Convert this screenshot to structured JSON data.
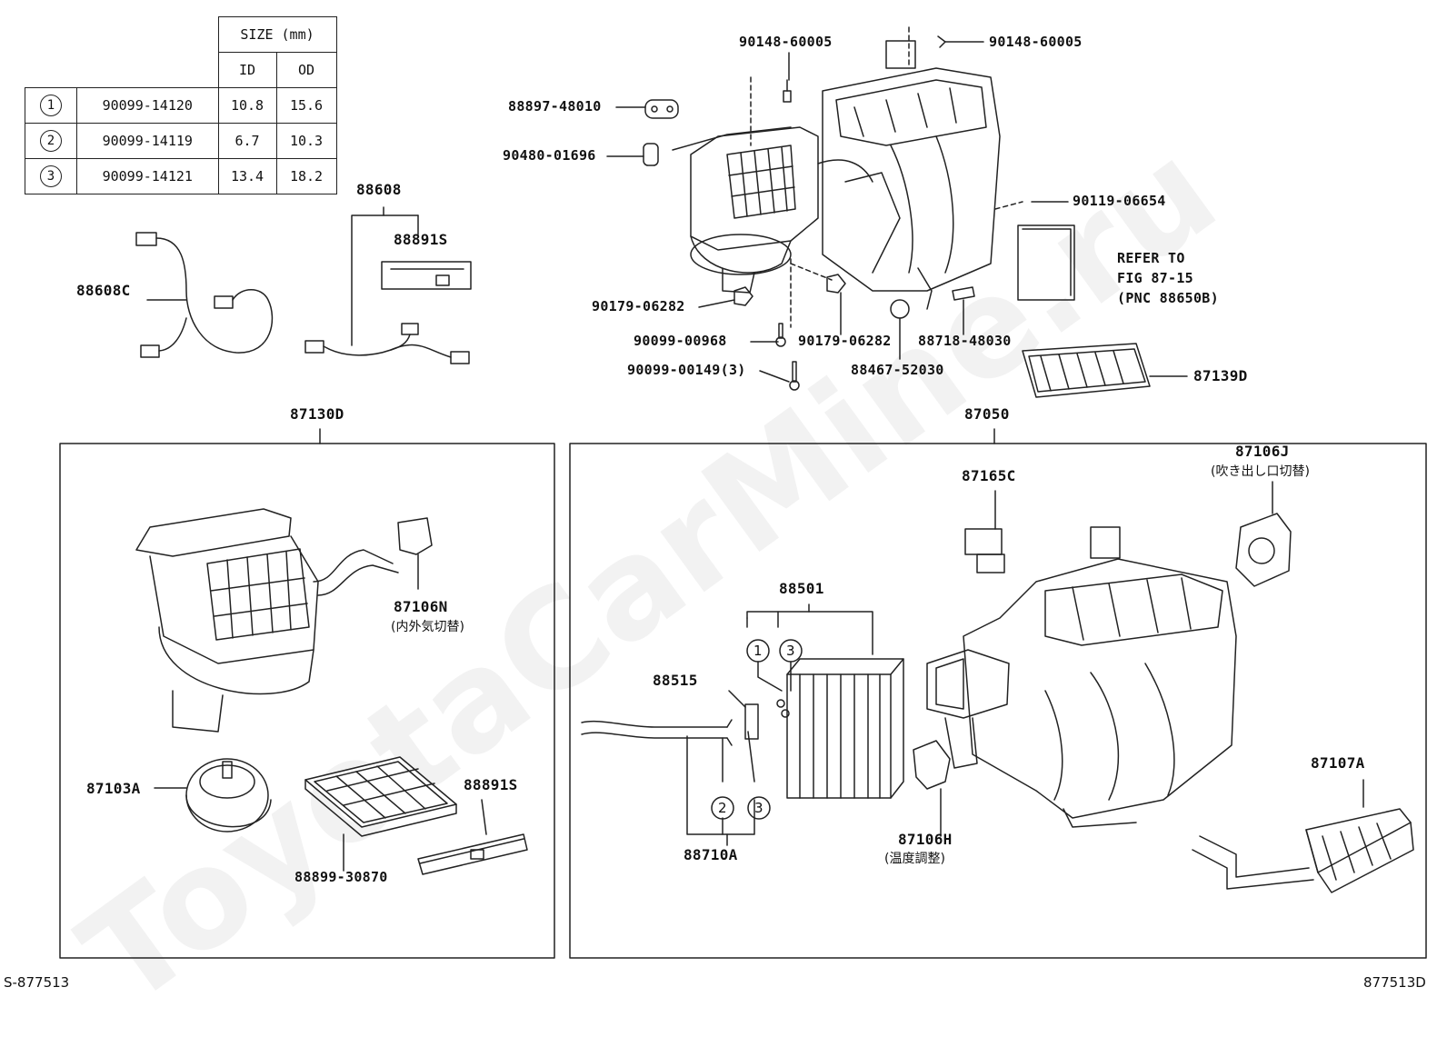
{
  "size_table": {
    "header": "SIZE (mm)",
    "col_id": "ID",
    "col_od": "OD",
    "rows": [
      {
        "num": "1",
        "part": "90099-14120",
        "id": "10.8",
        "od": "15.6"
      },
      {
        "num": "2",
        "part": "90099-14119",
        "id": "6.7",
        "od": "10.3"
      },
      {
        "num": "3",
        "part": "90099-14121",
        "id": "13.4",
        "od": "18.2"
      }
    ]
  },
  "labels": {
    "p88608": "88608",
    "p88891s_top": "88891S",
    "p88608c": "88608C",
    "p90148_a": "90148-60005",
    "p90148_b": "90148-60005",
    "p88897": "88897-48010",
    "p90480": "90480-01696",
    "p90119": "90119-06654",
    "refer1": "REFER TO",
    "refer2": "FIG 87-15",
    "refer3": "(PNC 88650B)",
    "p90179_a": "90179-06282",
    "p90099_968": "90099-00968",
    "p90179_b": "90179-06282",
    "p88718": "88718-48030",
    "p90099_149": "90099-00149(3)",
    "p88467": "88467-52030",
    "p87139d": "87139D",
    "p87130d": "87130D",
    "p87050": "87050",
    "p87106n": "87106N",
    "p87106n_jp": "(内外気切替)",
    "p87103a": "87103A",
    "p88891s_bot": "88891S",
    "p88899": "88899-30870",
    "p87165c": "87165C",
    "p87106j": "87106J",
    "p87106j_jp": "(吹き出し口切替)",
    "p88501": "88501",
    "p88515": "88515",
    "p87107a": "87107A",
    "p87106h": "87106H",
    "p87106h_jp": "(温度調整)",
    "p88710a": "88710A",
    "c1": "1",
    "c3a": "3",
    "c2": "2",
    "c3b": "3"
  },
  "footer": {
    "left": "S-877513",
    "right": "877513D"
  },
  "watermark": "ToyotaCarMine.ru"
}
